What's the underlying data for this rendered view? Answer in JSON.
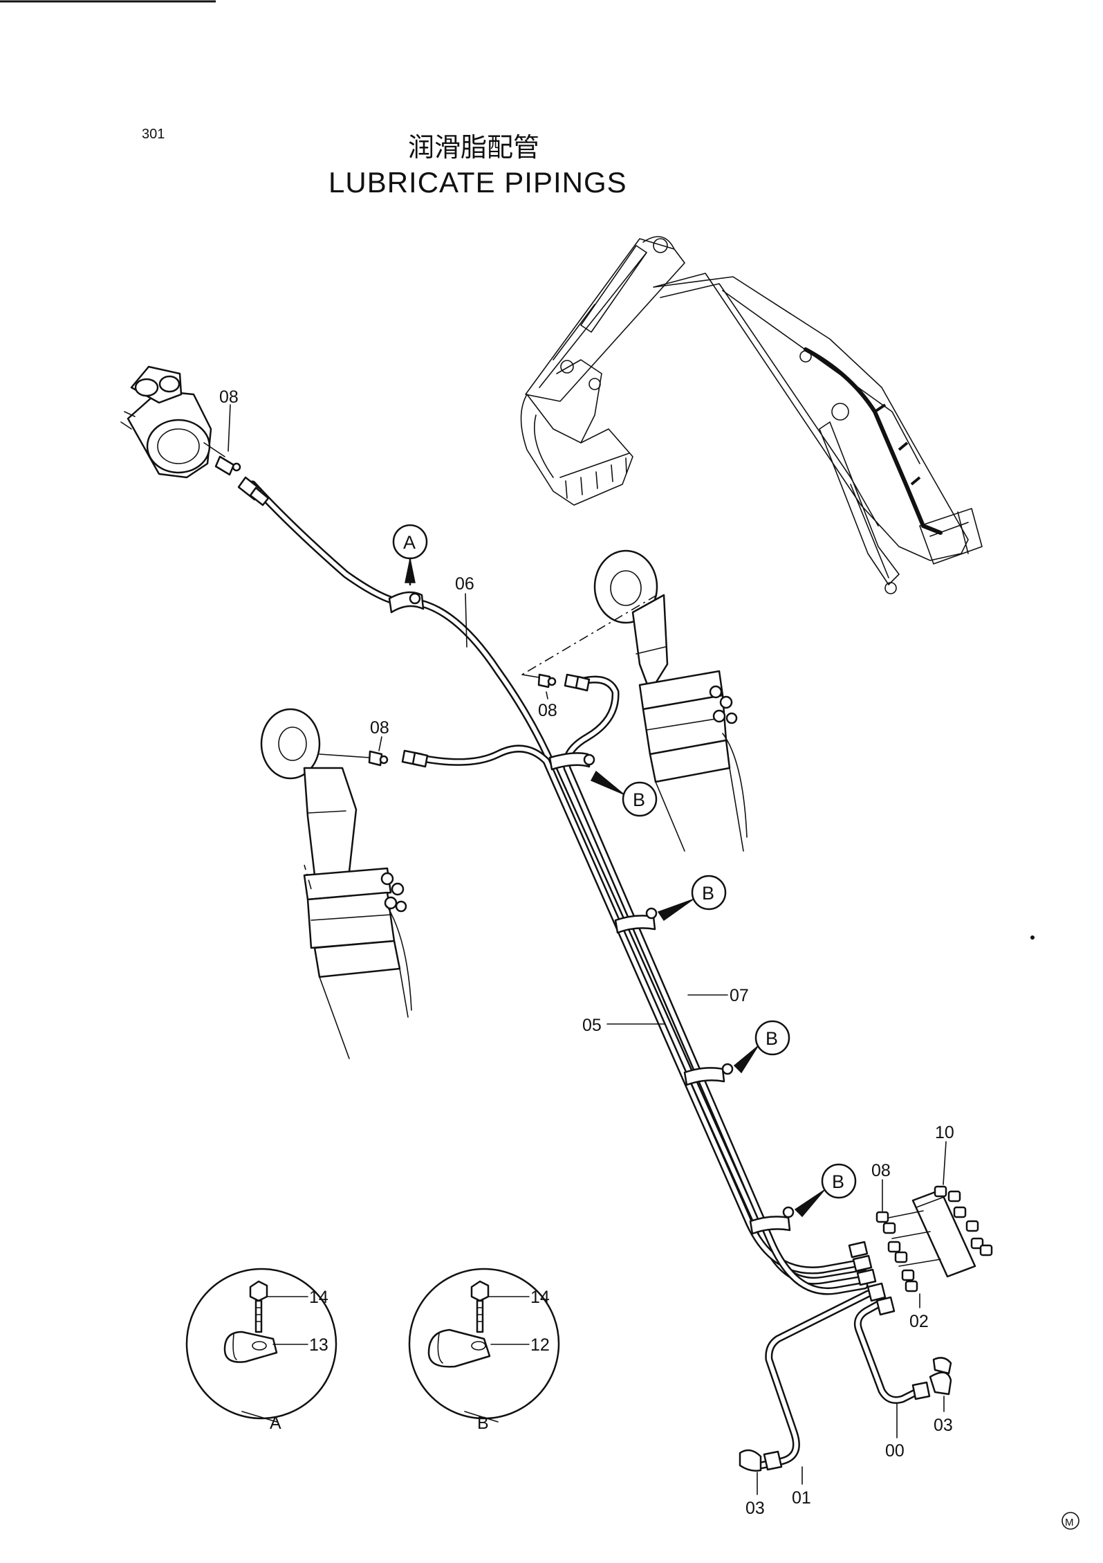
{
  "page": {
    "page_number": "301",
    "title_cn": "润滑脂配管",
    "title_en": "LUBRICATE  PIPINGS",
    "corner_mark": "M"
  },
  "labels": {
    "l_08_top": "08",
    "l_06": "06",
    "l_08_mid": "08",
    "l_08_left": "08",
    "l_07": "07",
    "l_05": "05",
    "l_10": "10",
    "l_08_right": "08",
    "l_02": "02",
    "l_03_right": "03",
    "l_00": "00",
    "l_03_bottom": "03",
    "l_01": "01",
    "l_14_a": "14",
    "l_13": "13",
    "l_14_b": "14",
    "l_12": "12"
  },
  "callouts": {
    "a_top": "A",
    "b_1": "B",
    "b_2": "B",
    "b_3": "B",
    "b_4": "B"
  },
  "details": {
    "detail_a": "A",
    "detail_b": "B"
  }
}
